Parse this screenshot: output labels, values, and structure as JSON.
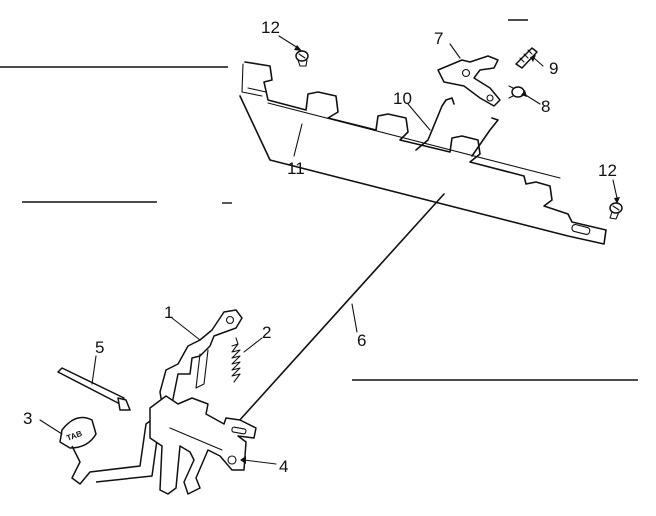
{
  "diagram": {
    "callouts": [
      "12",
      "7",
      "9",
      "10",
      "8",
      "11",
      "12",
      "1",
      "2",
      "5",
      "6",
      "3",
      "4"
    ],
    "tab_key_text": "TAB"
  }
}
